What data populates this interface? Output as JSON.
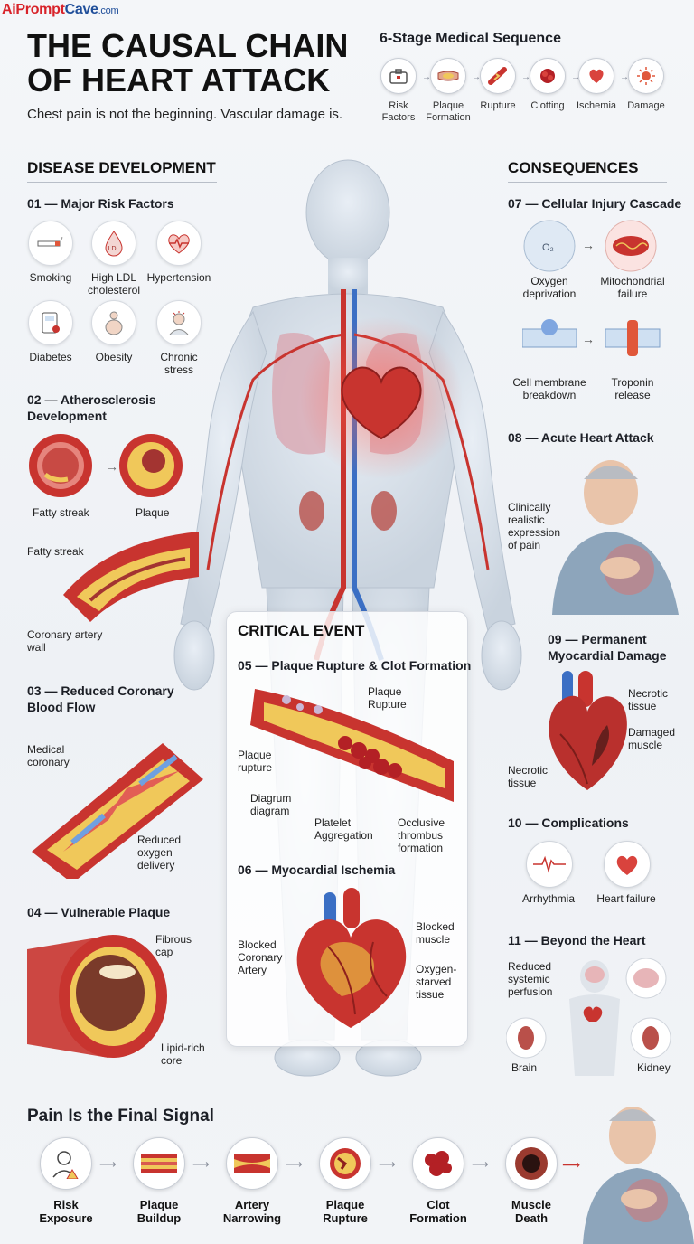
{
  "brand": {
    "ai": "Ai",
    "prompt": "Prompt",
    "cave": "Cave",
    "domain": ".com"
  },
  "header": {
    "title": "THE CAUSAL CHAIN OF HEART ATTACK",
    "subtitle": "Chest pain is not the beginning. Vascular damage is."
  },
  "sequence": {
    "title": "6-Stage Medical Sequence",
    "steps": [
      {
        "label": "Risk Factors",
        "icon": "briefcase-icon"
      },
      {
        "label": "Plaque Formation",
        "icon": "plaque-icon"
      },
      {
        "label": "Rupture",
        "icon": "rupture-icon"
      },
      {
        "label": "Clotting",
        "icon": "clot-icon"
      },
      {
        "label": "Ischemia",
        "icon": "heart-icon"
      },
      {
        "label": "Damage",
        "icon": "burst-icon"
      }
    ]
  },
  "left": {
    "title": "DISEASE DEVELOPMENT",
    "s01": {
      "title": "01 — Major Risk Factors",
      "items": [
        "Smoking",
        "High LDL cholesterol",
        "Hypertension",
        "Diabetes",
        "Obesity",
        "Chronic stress"
      ],
      "ldl_icon_text": "LDL"
    },
    "s02": {
      "title": "02 — Atherosclerosis Development",
      "fatty_streak_1": "Fatty streak",
      "plaque": "Plaque",
      "fatty_streak_2": "Fatty streak",
      "coronary_wall": "Coronary artery wall"
    },
    "s03": {
      "title": "03 — Reduced Coronary Blood Flow",
      "medical": "Medical coronary",
      "reduced": "Reduced oxygen delivery"
    },
    "s04": {
      "title": "04 — Vulnerable Plaque",
      "fibrous": "Fibrous cap",
      "lipid": "Lipid-rich core"
    }
  },
  "critical": {
    "title": "CRITICAL EVENT",
    "s05": {
      "title": "05 — Plaque Rupture & Clot Formation",
      "plaque_rupture_top": "Plaque Rupture",
      "plaque_rupture_left": "Plaque rupture",
      "diagrum": "Diagrum diagram",
      "platelet": "Platelet Aggregation",
      "occlusive": "Occlusive thrombus formation"
    },
    "s06": {
      "title": "06 — Myocardial Ischemia",
      "blocked_coronary": "Blocked Coronary Artery",
      "blocked_muscle": "Blocked muscle",
      "oxygen_starved": "Oxygen-starved tissue"
    }
  },
  "right": {
    "title": "CONSEQUENCES",
    "s07": {
      "title": "07 — Cellular Injury Cascade",
      "oxygen": "Oxygen deprivation",
      "mito": "Mitochondrial failure",
      "membrane": "Cell membrane breakdown",
      "troponin": "Troponin release",
      "o2_text": "O₂"
    },
    "s08": {
      "title": "08 — Acute Heart Attack",
      "caption": "Clinically realistic expression of pain"
    },
    "s09": {
      "title": "09 — Permanent Myocardial Damage",
      "necrotic_1": "Necrotic tissue",
      "damaged": "Damaged muscle",
      "necrotic_2": "Necrotic tissue"
    },
    "s10": {
      "title": "10 — Complications",
      "items": [
        "Arrhythmia",
        "Heart failure"
      ]
    },
    "s11": {
      "title": "11 — Beyond the Heart",
      "reduced": "Reduced systemic perfusion",
      "brain": "Brain",
      "kidney": "Kidney"
    }
  },
  "bottom": {
    "title": "Pain Is the Final Signal",
    "steps": [
      {
        "label": "Risk Exposure",
        "icon": "person-warning-icon"
      },
      {
        "label": "Plaque Buildup",
        "icon": "artery-plaque-icon"
      },
      {
        "label": "Artery Narrowing",
        "icon": "narrowing-icon"
      },
      {
        "label": "Plaque Rupture",
        "icon": "rupture-icon"
      },
      {
        "label": "Clot Formation",
        "icon": "clot-icon"
      },
      {
        "label": "Muscle Death",
        "icon": "necrosis-icon"
      }
    ]
  },
  "colors": {
    "artery_red": "#c8342f",
    "plaque_yellow": "#f0c85a",
    "accent_blue": "#3b6fc4",
    "title_black": "#111111"
  }
}
